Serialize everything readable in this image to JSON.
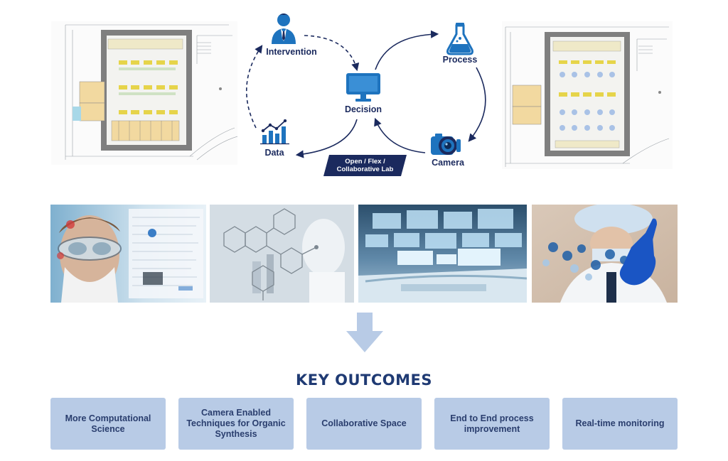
{
  "diagram": {
    "nodes": {
      "intervention": "Intervention",
      "process": "Process",
      "decision": "Decision",
      "data": "Data",
      "camera": "Camera"
    },
    "lab_tag_lines": [
      "Open / Flex /",
      "Collaborative Lab"
    ],
    "colors": {
      "dark_navy": "#1b2a5e",
      "icon_blue": "#1e73be"
    },
    "icons": [
      "person-icon",
      "flask-icon",
      "monitor-icon",
      "chart-icon",
      "camera-icon"
    ]
  },
  "images": [
    {
      "name": "scientist-goggles-photo"
    },
    {
      "name": "molecule-lab-photo"
    },
    {
      "name": "control-room-photo"
    },
    {
      "name": "medical-touch-photo"
    }
  ],
  "key_outcomes": {
    "title": "KEY OUTCOMES",
    "items": [
      {
        "label": "More Computational Science"
      },
      {
        "label": "Camera Enabled Techniques for Organic Synthesis"
      },
      {
        "label": "Collaborative Space"
      },
      {
        "label": "End to End process improvement"
      },
      {
        "label": "Real-time monitoring"
      }
    ],
    "box_color": "#b8cbe6",
    "title_color": "#1f3a73",
    "arrow_color": "#b8cbe6"
  }
}
